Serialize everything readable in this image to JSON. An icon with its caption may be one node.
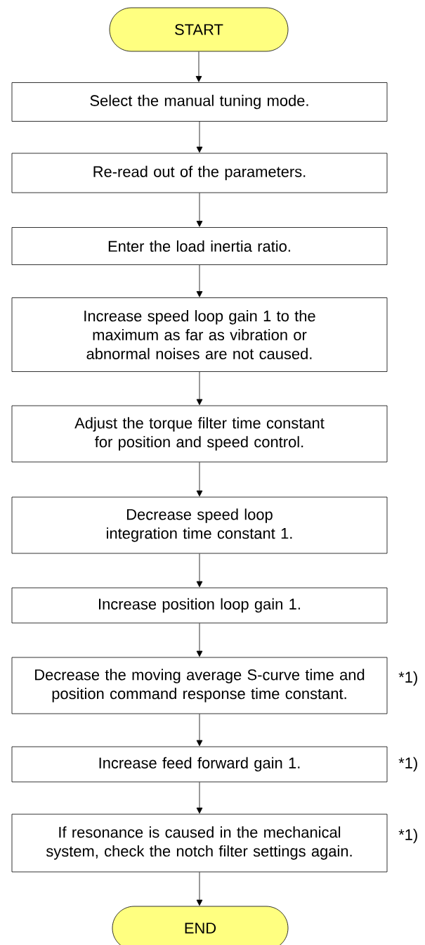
{
  "diagram": {
    "nodes": [
      {
        "text": [
          "START"
        ]
      },
      {
        "text": [
          "Select the manual tuning mode."
        ]
      },
      {
        "text": [
          "Re-read out of the parameters."
        ]
      },
      {
        "text": [
          "Enter the load inertia ratio."
        ]
      },
      {
        "text": [
          "Increase speed loop gain 1 to the maximum as far as vibration or abnormal noises are not caused."
        ]
      },
      {
        "text": [
          "Adjust the torque filter time constant for position and speed control."
        ]
      },
      {
        "text": [
          "Decrease speed loop integration time constant 1."
        ]
      },
      {
        "text": [
          "Increase position loop gain 1."
        ]
      },
      {
        "text": [
          "Decrease the moving average S-curve time and position command response time constant."
        ],
        "beside": [
          "*1)"
        ]
      },
      {
        "text": [
          "Increase feed forward gain 1."
        ],
        "beside": [
          "*1)"
        ]
      },
      {
        "text": [
          "If resonance is caused in the mechanical system, check the notch filter settings again."
        ],
        "beside": [
          "*1)"
        ]
      },
      {
        "text": [
          "END"
        ]
      }
    ],
    "edges": [
      {
        "from": 0,
        "to": 1,
        "arrow": "to"
      },
      {
        "from": 1,
        "to": 2,
        "arrow": "to"
      },
      {
        "from": 2,
        "to": 3,
        "arrow": "to"
      },
      {
        "from": 3,
        "to": 4,
        "arrow": "to"
      },
      {
        "from": 4,
        "to": 5,
        "arrow": "to"
      },
      {
        "from": 5,
        "to": 6,
        "arrow": "to"
      },
      {
        "from": 6,
        "to": 7,
        "arrow": "to"
      },
      {
        "from": 7,
        "to": 8,
        "arrow": "to"
      },
      {
        "from": 8,
        "to": 9,
        "arrow": "to"
      },
      {
        "from": 9,
        "to": 10,
        "arrow": "to"
      },
      {
        "from": 10,
        "to": 11,
        "arrow": "to"
      }
    ]
  }
}
